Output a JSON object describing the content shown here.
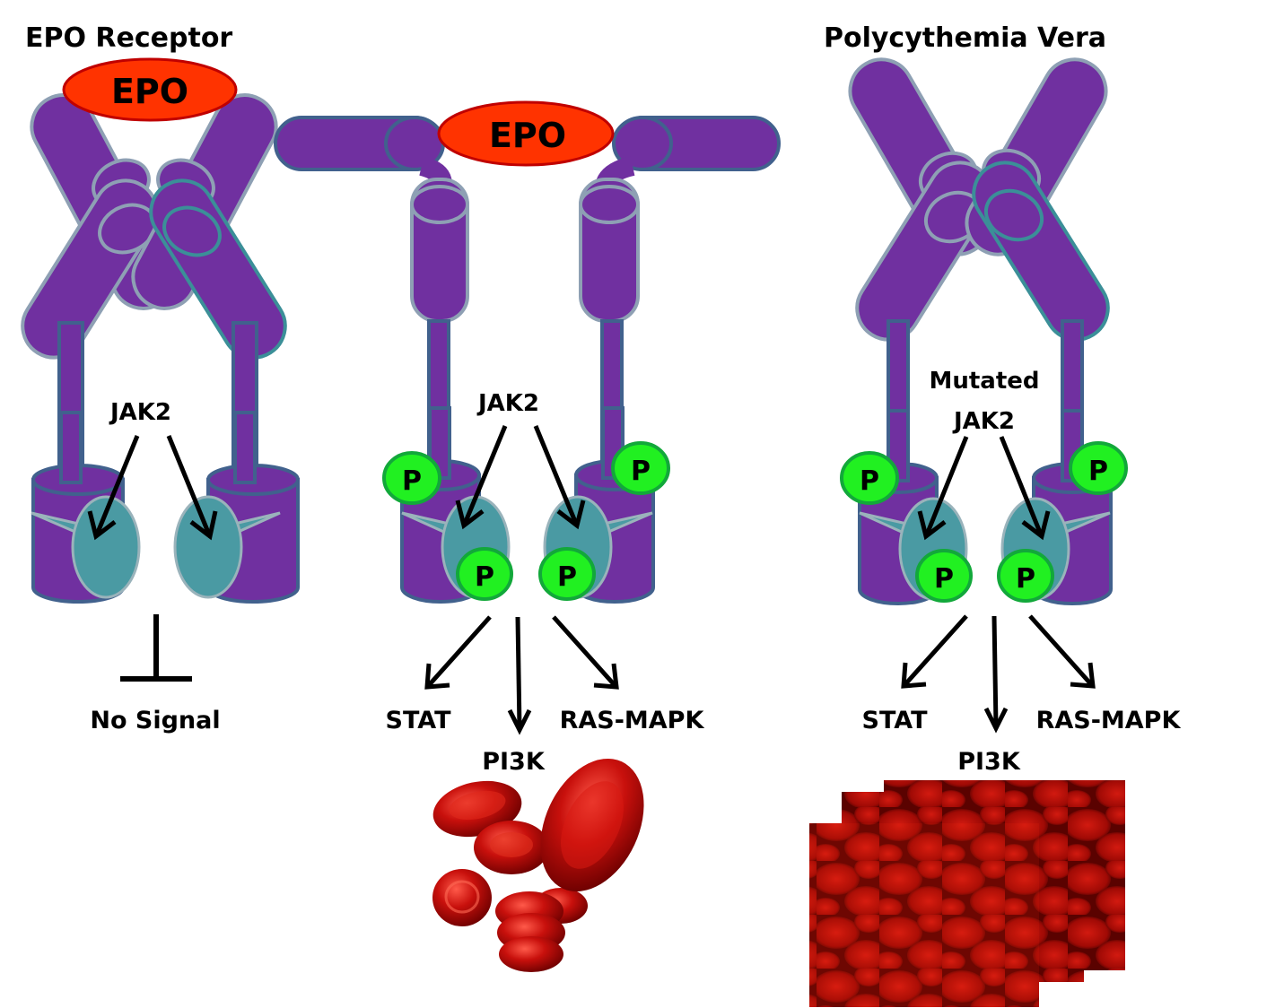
{
  "panels": {
    "normal_unbound": {
      "title": "EPO  Receptor",
      "ligand_label": "EPO",
      "kinase_label": "JAK2",
      "outcome_label": "No Signal"
    },
    "normal_bound": {
      "ligand_label": "EPO",
      "kinase_label": "JAK2",
      "phospho_label": "P",
      "pathways": [
        "STAT",
        "PI3K",
        "RAS-MAPK"
      ]
    },
    "polycythemia": {
      "title": "Polycythemia Vera",
      "kinase_label_line1": "Mutated",
      "kinase_label_line2": "JAK2",
      "phospho_label": "P",
      "pathways": [
        "STAT",
        "PI3K",
        "RAS-MAPK"
      ]
    }
  },
  "colors": {
    "receptor": "#7030A0",
    "ligand": "#FF3300",
    "jak2": "#4A9AA3",
    "phosphate": "#21F021"
  }
}
